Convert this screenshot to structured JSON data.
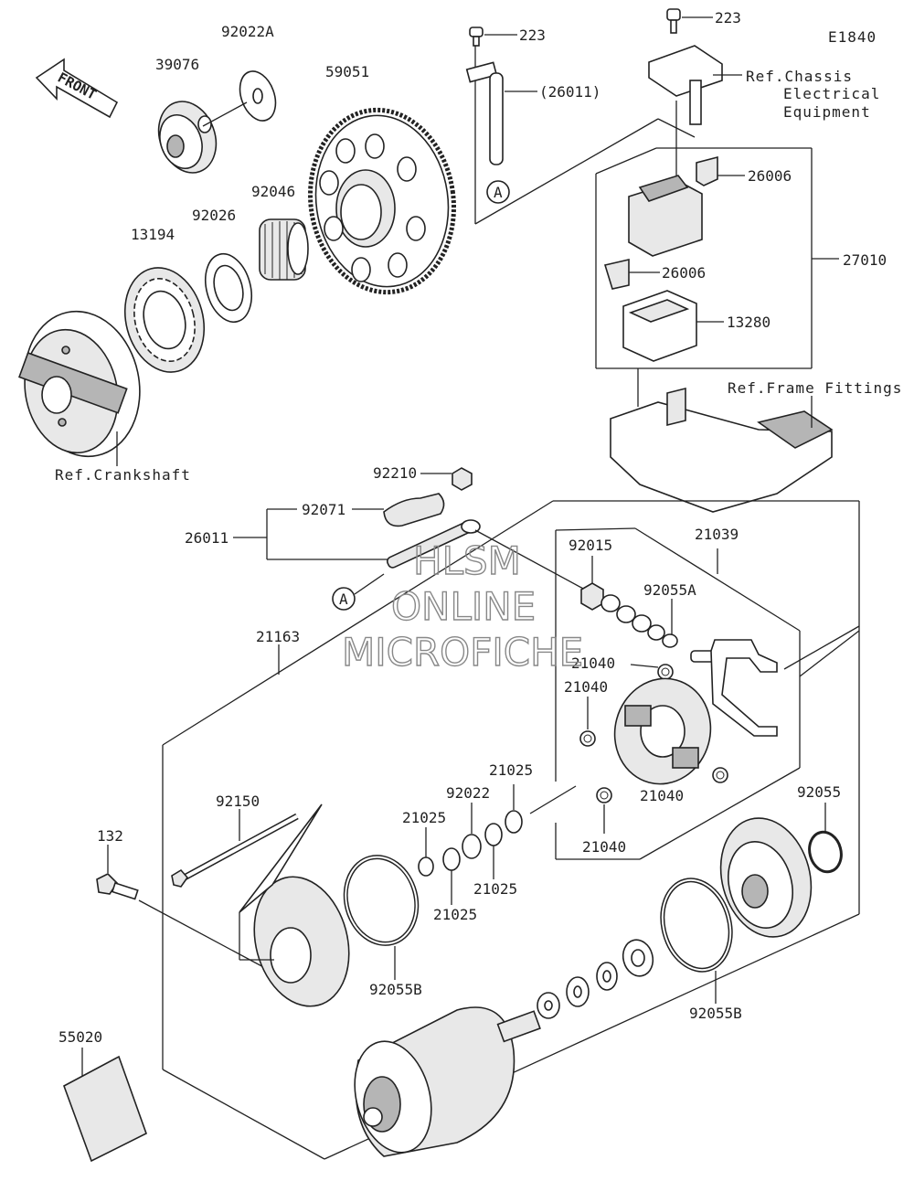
{
  "diagram": {
    "code": "E1840",
    "front_label": "FRONT",
    "part_labels": {
      "p223a": "223",
      "p223b": "223",
      "p26011_bracket": "(26011)",
      "p92022a": "92022A",
      "p39076": "39076",
      "p59051": "59051",
      "p26006a": "26006",
      "p26006b": "26006",
      "p27010": "27010",
      "p13280": "13280",
      "p92046": "92046",
      "p92026": "92026",
      "p13194": "13194",
      "p92210": "92210",
      "p92071": "92071",
      "p26011": "26011",
      "p92015": "92015",
      "p21039": "21039",
      "p92055a": "92055A",
      "p21040a": "21040",
      "p21040b": "21040",
      "p21040c": "21040",
      "p21040d": "21040",
      "p21163": "21163",
      "p21025a": "21025",
      "p21025b": "21025",
      "p21025c": "21025",
      "p21025d": "21025",
      "p92022": "92022",
      "p92150": "92150",
      "p132": "132",
      "p92055": "92055",
      "p92055b_left": "92055B",
      "p92055b_right": "92055B",
      "p55020": "55020"
    },
    "references": {
      "chassis_line1": "Ref.Chassis",
      "chassis_line2": "Electrical",
      "chassis_line3": "Equipment",
      "frame": "Ref.Frame Fittings",
      "crankshaft": "Ref.Crankshaft"
    },
    "callouts": {
      "a_top": "A",
      "a_mid": "A"
    },
    "watermark": {
      "line1": "HLSM",
      "line2": "ONLINE",
      "line3": "MICROFICHE"
    }
  }
}
